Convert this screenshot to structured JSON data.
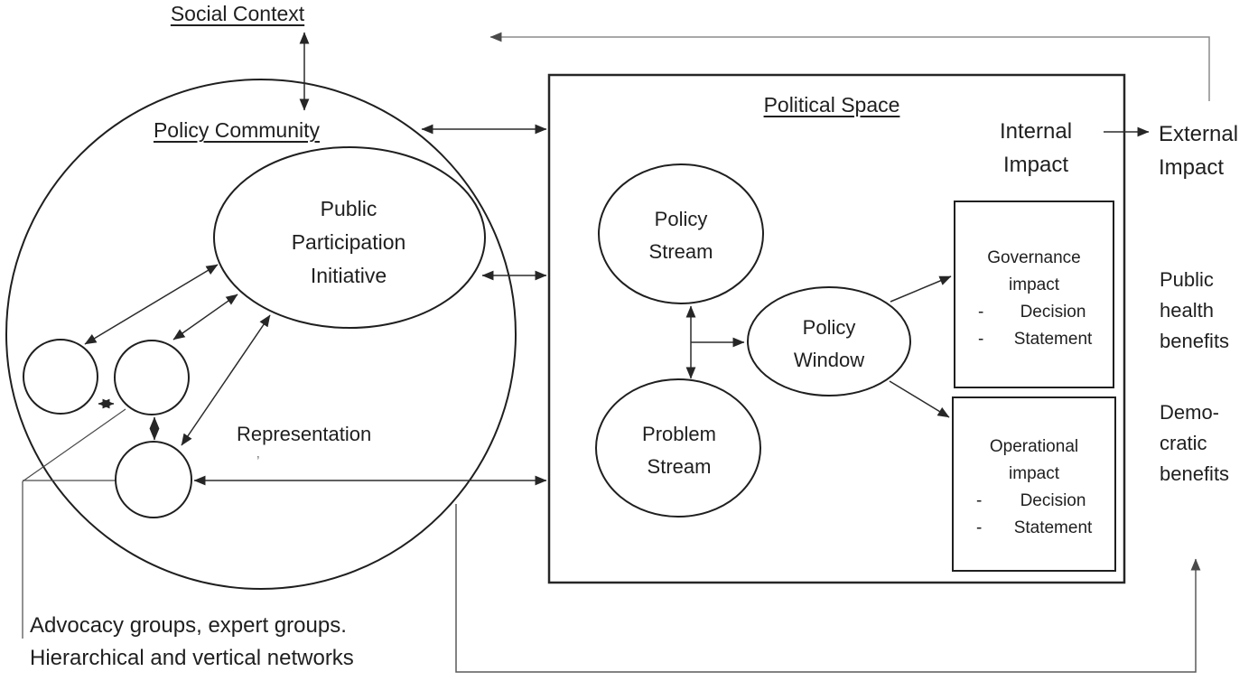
{
  "diagram": {
    "social_context_label": "Social Context",
    "policy_community": {
      "title": "Policy Community",
      "ppi_label": "Public\nParticipation\nInitiative",
      "representation_label": "Representation",
      "stray_mark": "’"
    },
    "political_space": {
      "title": "Political Space",
      "policy_stream_label": "Policy\nStream",
      "problem_stream_label": "Problem\nStream",
      "policy_window_label": "Policy\nWindow",
      "internal_impact_label": "Internal\nImpact",
      "governance_box": {
        "title": "Governance\nimpact",
        "bullet": "-",
        "items": [
          "Decision",
          "Statement"
        ]
      },
      "operational_box": {
        "title": "Operational\nimpact",
        "bullet": "-",
        "items": [
          "Decision",
          "Statement"
        ]
      }
    },
    "external_impact_label": "External\nImpact",
    "public_health_benefits_label": "Public\nhealth\nbenefits",
    "democratic_benefits_label": "Demo-\ncratic\nbenefits",
    "footnote": "Advocacy groups, expert groups.\nHierarchical and vertical networks",
    "colors": {
      "line": "#1f1f1f",
      "feedback_line": "#8c8c8c",
      "text": "#1f1f1f",
      "background": "#ffffff"
    }
  }
}
